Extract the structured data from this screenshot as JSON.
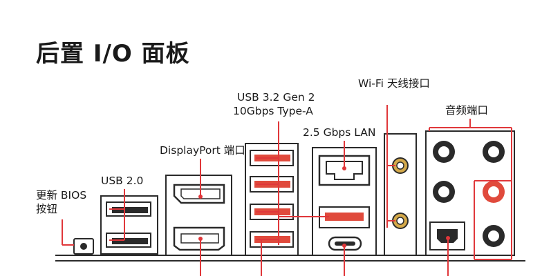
{
  "title": "后置 I/O 面板",
  "labels": {
    "bios_line1": "更新 BIOS",
    "bios_line2": "按钮",
    "usb20": "USB 2.0",
    "displayport": "DisplayPort 端口",
    "usb32_line1": "USB 3.2 Gen 2",
    "usb32_line2": "10Gbps Type-A",
    "lan": "2.5 Gbps LAN",
    "wifi": "Wi-Fi 天线接口",
    "audio": "音频端口"
  },
  "colors": {
    "callout_red": "#e0373a",
    "port_red": "#e04a3c",
    "outline": "#2a2a2a"
  }
}
